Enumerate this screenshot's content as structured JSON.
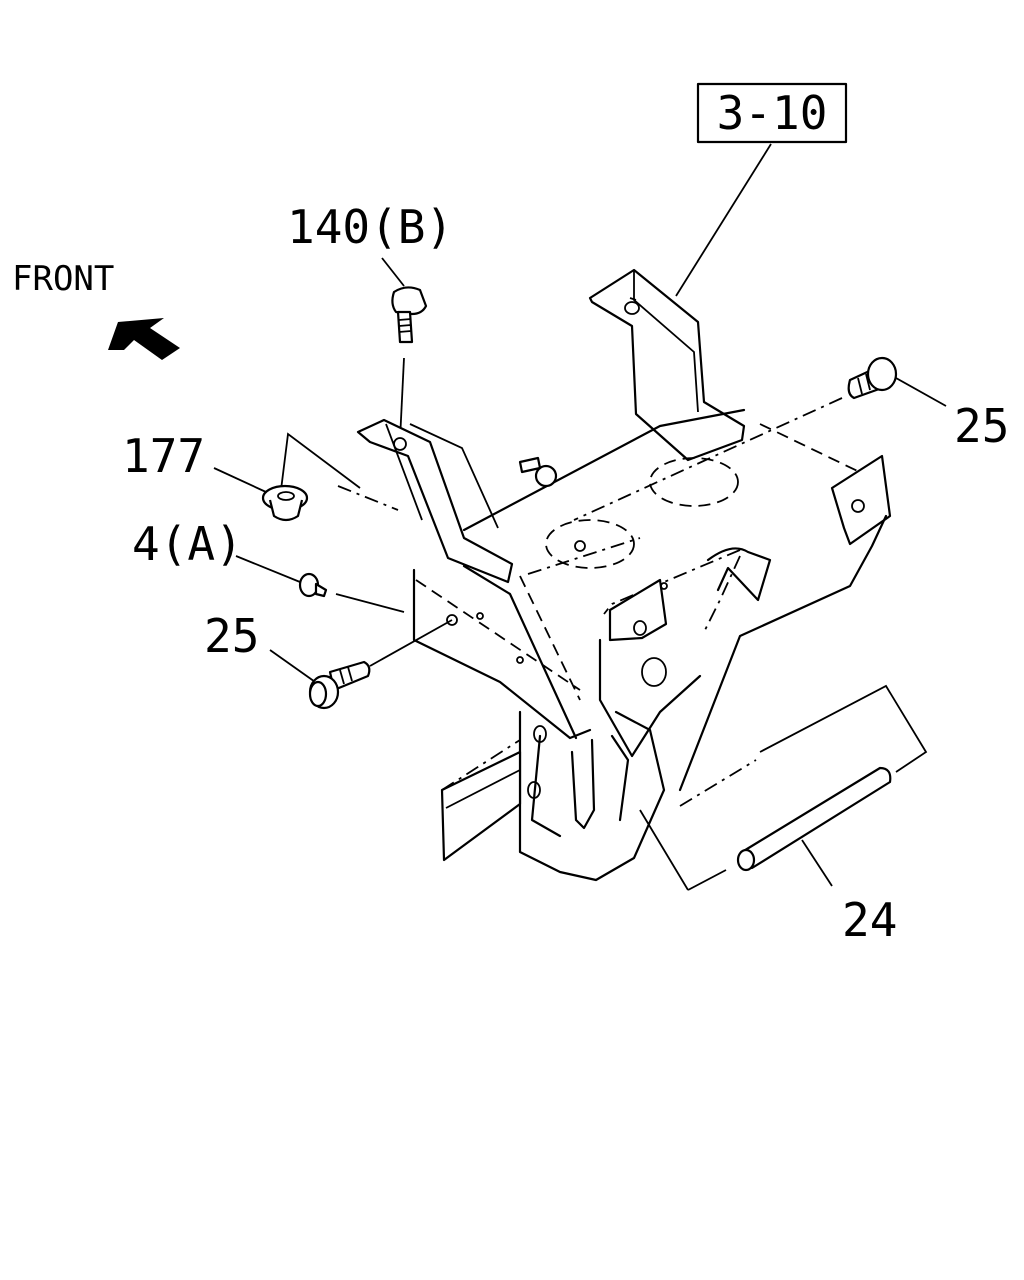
{
  "labels": {
    "ref": "3-10",
    "bolt_top": "140(B)",
    "front": "FRONT",
    "nut": "177",
    "clip": "4(A)",
    "bolt_left": "25",
    "bolt_right": "25",
    "pin": "24"
  },
  "icons": {
    "front_arrow": "arrow-up-left-icon"
  },
  "colors": {
    "ink": "#000000",
    "background": "#ffffff"
  }
}
